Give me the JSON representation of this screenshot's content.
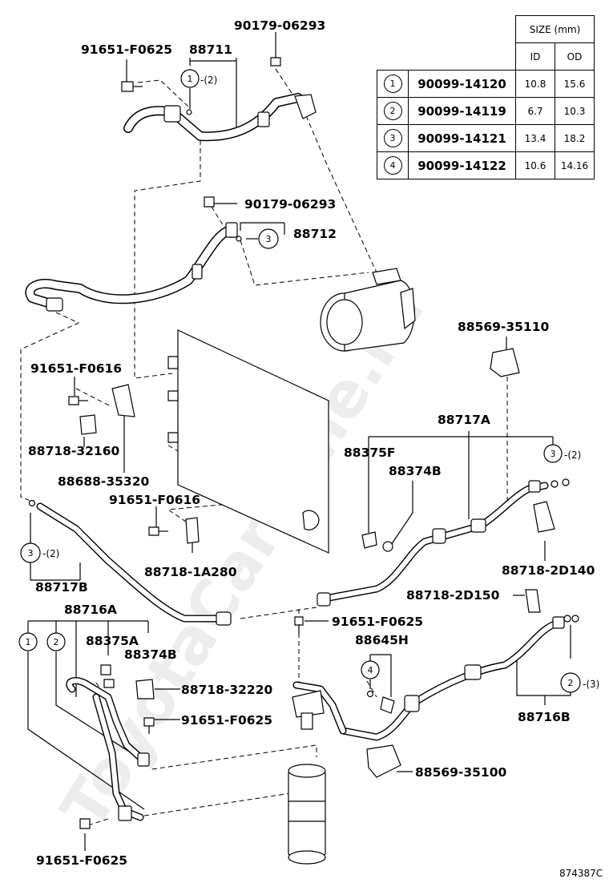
{
  "watermark": "ToyotaCarMine.ru",
  "diagram_code": "874387C",
  "size_table": {
    "header": "SIZE (mm)",
    "col_id": "ID",
    "col_od": "OD",
    "rows": [
      {
        "num": "1",
        "part": "90099-14120",
        "id": "10.8",
        "od": "15.6"
      },
      {
        "num": "2",
        "part": "90099-14119",
        "id": "6.7",
        "od": "10.3"
      },
      {
        "num": "3",
        "part": "90099-14121",
        "id": "13.4",
        "od": "18.2"
      },
      {
        "num": "4",
        "part": "90099-14122",
        "id": "10.6",
        "od": "14.16"
      }
    ]
  },
  "labels": {
    "p90179_06293_top": "90179-06293",
    "p91651_f0625_top": "91651-F0625",
    "p88711": "88711",
    "c1_qty": "-(2)",
    "c1_num": "1",
    "p90179_06293_mid": "90179-06293",
    "p88712": "88712",
    "c3_a_num": "3",
    "p88569_35110": "88569-35110",
    "p91651_f0616_a": "91651-F0616",
    "p88718_32160": "88718-32160",
    "p88688_35320": "88688-35320",
    "p88717A": "88717A",
    "p88375F": "88375F",
    "p88374B_a": "88374B",
    "c3_b_num": "3",
    "c3_b_qty": "-(2)",
    "p91651_f0616_b": "91651-F0616",
    "p88718_1A280": "88718-1A280",
    "p88718_2D140": "88718-2D140",
    "c3_c_num": "3",
    "c3_c_qty": "-(2)",
    "p88717B": "88717B",
    "p88716A": "88716A",
    "c1_b_num": "1",
    "c2_a_num": "2",
    "p88375A": "88375A",
    "p88374B_b": "88374B",
    "p88718_2D150": "88718-2D150",
    "p91651_f0625_mid": "91651-F0625",
    "p88645H": "88645H",
    "c4_num": "4",
    "p88718_32220": "88718-32220",
    "p91651_f0625_low": "91651-F0625",
    "c2_b_num": "2",
    "c2_b_qty": "-(3)",
    "p88716B": "88716B",
    "p88569_35100": "88569-35100",
    "p91651_f0625_bottom": "91651-F0625"
  }
}
